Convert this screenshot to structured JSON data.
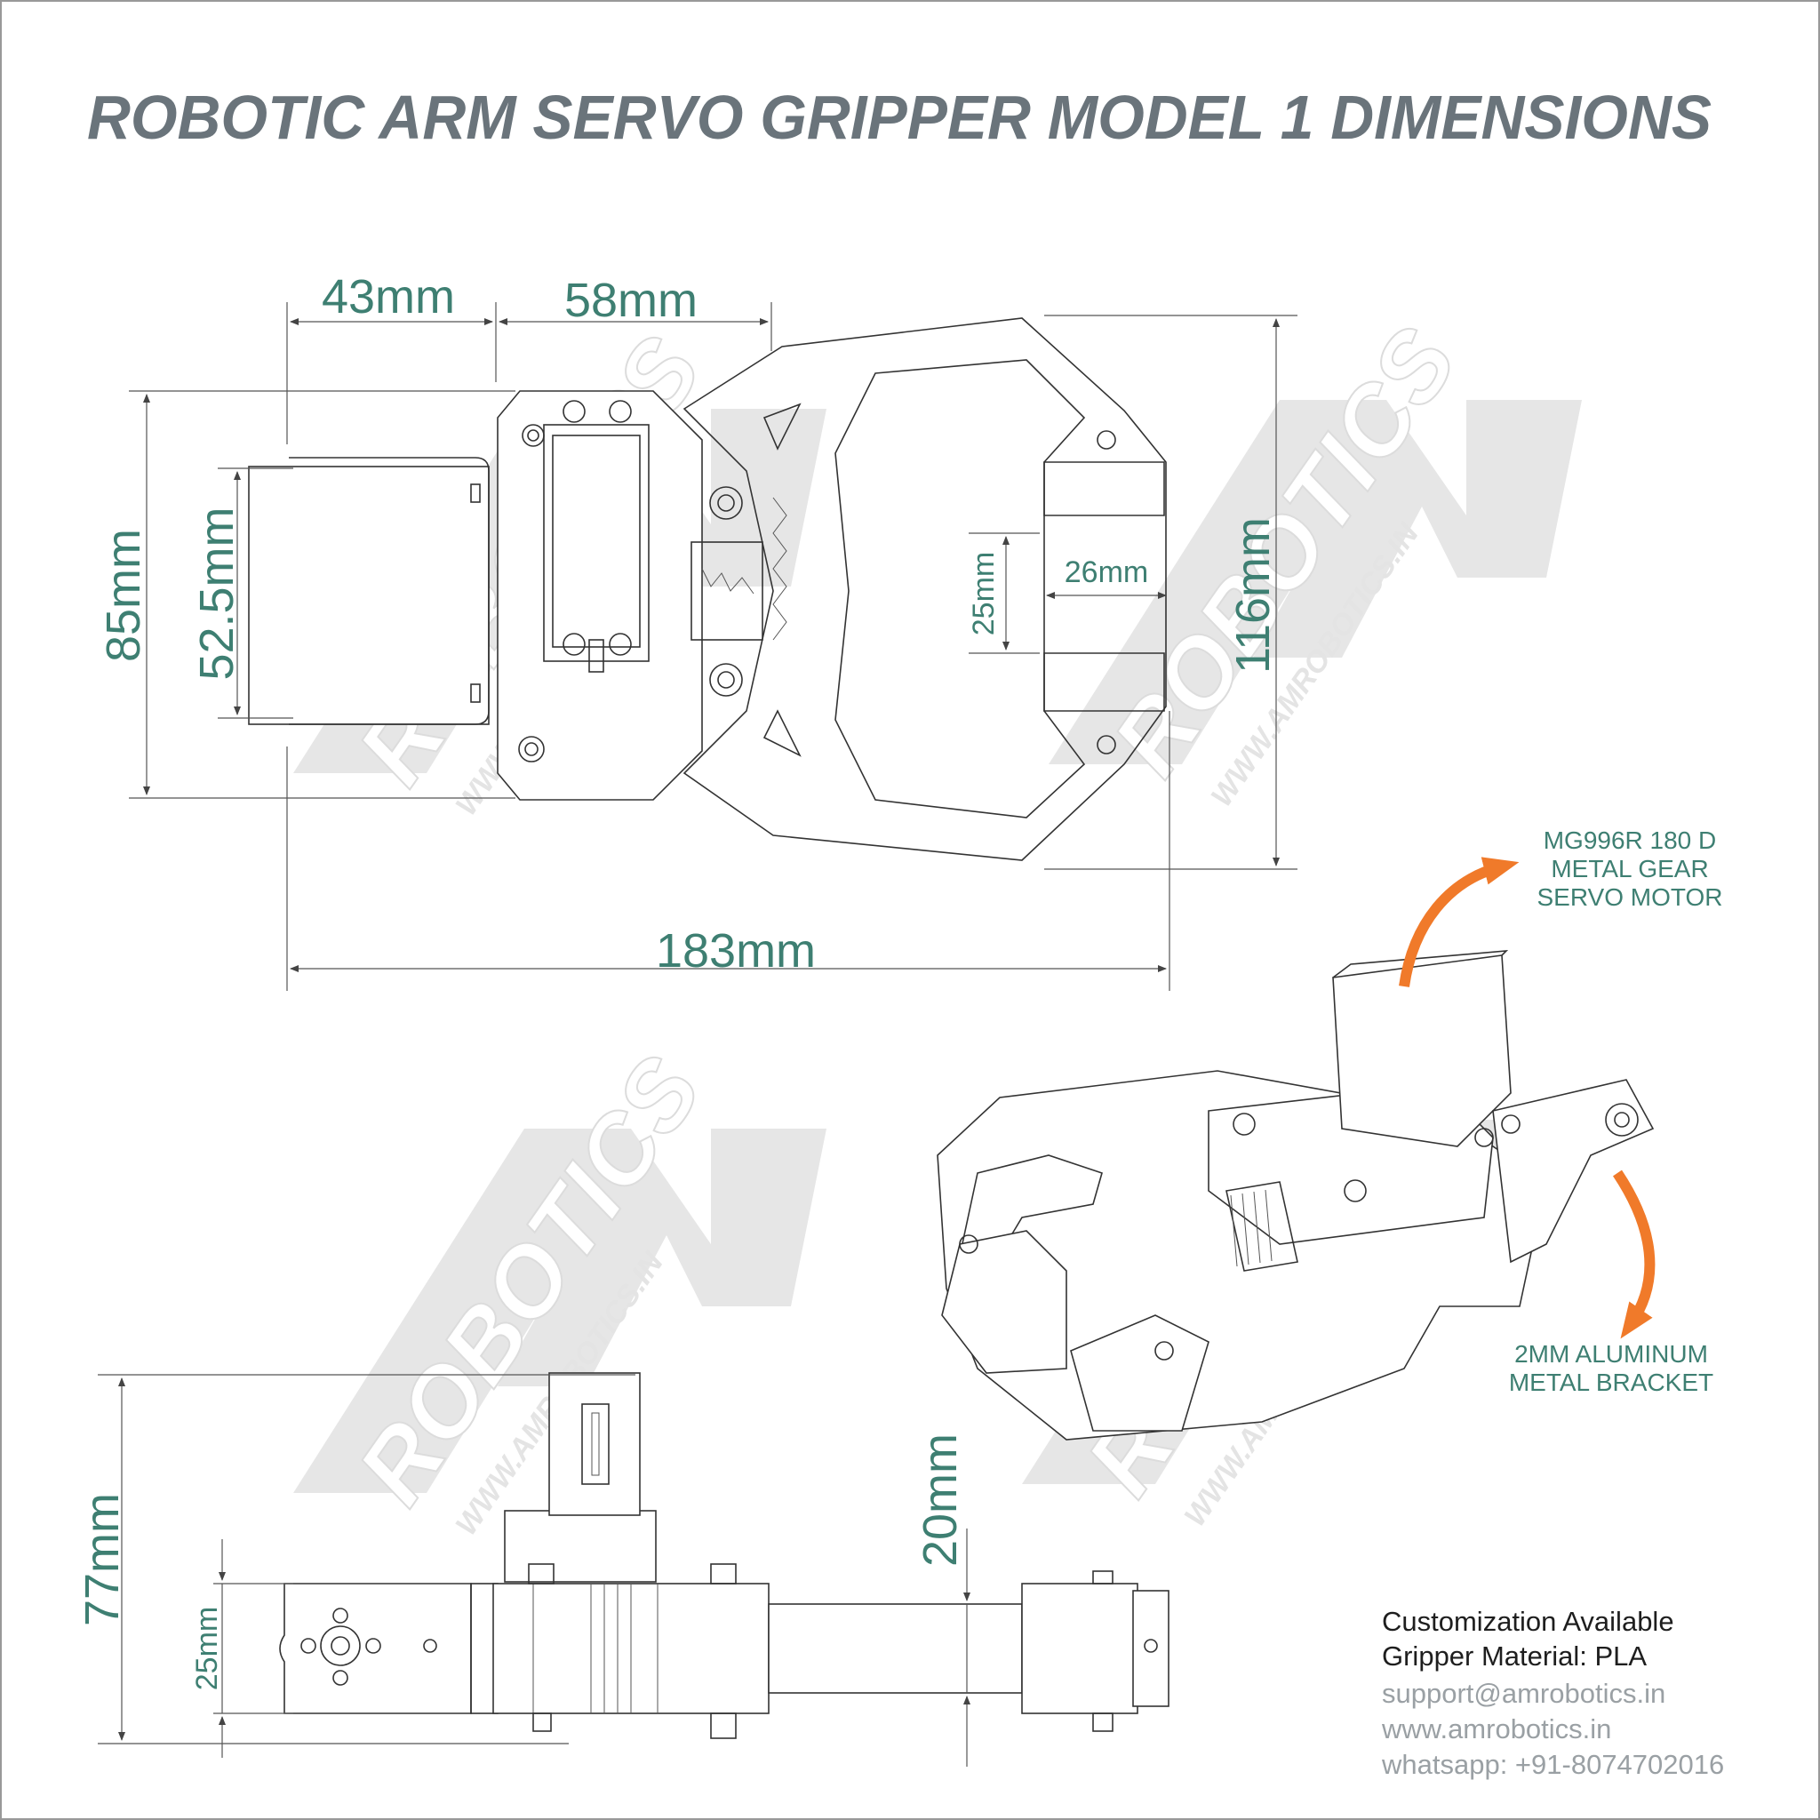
{
  "title": "ROBOTIC ARM SERVO GRIPPER MODEL 1 DIMENSIONS",
  "top_view": {
    "dim_43": "43mm",
    "dim_58": "58mm",
    "dim_85": "85mm",
    "dim_52_5": "52.5mm",
    "dim_25": "25mm",
    "dim_26": "26mm",
    "dim_116": "116mm",
    "dim_183": "183mm"
  },
  "side_view": {
    "dim_77": "77mm",
    "dim_25": "25mm",
    "dim_20": "20mm"
  },
  "callouts": {
    "servo": [
      "MG996R 180 D",
      "METAL GEAR",
      "SERVO MOTOR"
    ],
    "bracket": [
      "2MM ALUMINUM",
      "METAL BRACKET"
    ]
  },
  "info": {
    "line1": "Customization Available",
    "line2": "Gripper Material: PLA",
    "email": "support@amrobotics.in",
    "website": "www.amrobotics.in",
    "whatsapp": "whatsapp: +91-8074702016"
  },
  "watermark": {
    "brand": "ROBOTICS",
    "url": "WWW.AMROBOTICS.IN"
  },
  "colors": {
    "title": "#6a747b",
    "dimension": "#3e7f72",
    "arrow": "#f07a2a",
    "watermark": "#dcdcdc"
  }
}
